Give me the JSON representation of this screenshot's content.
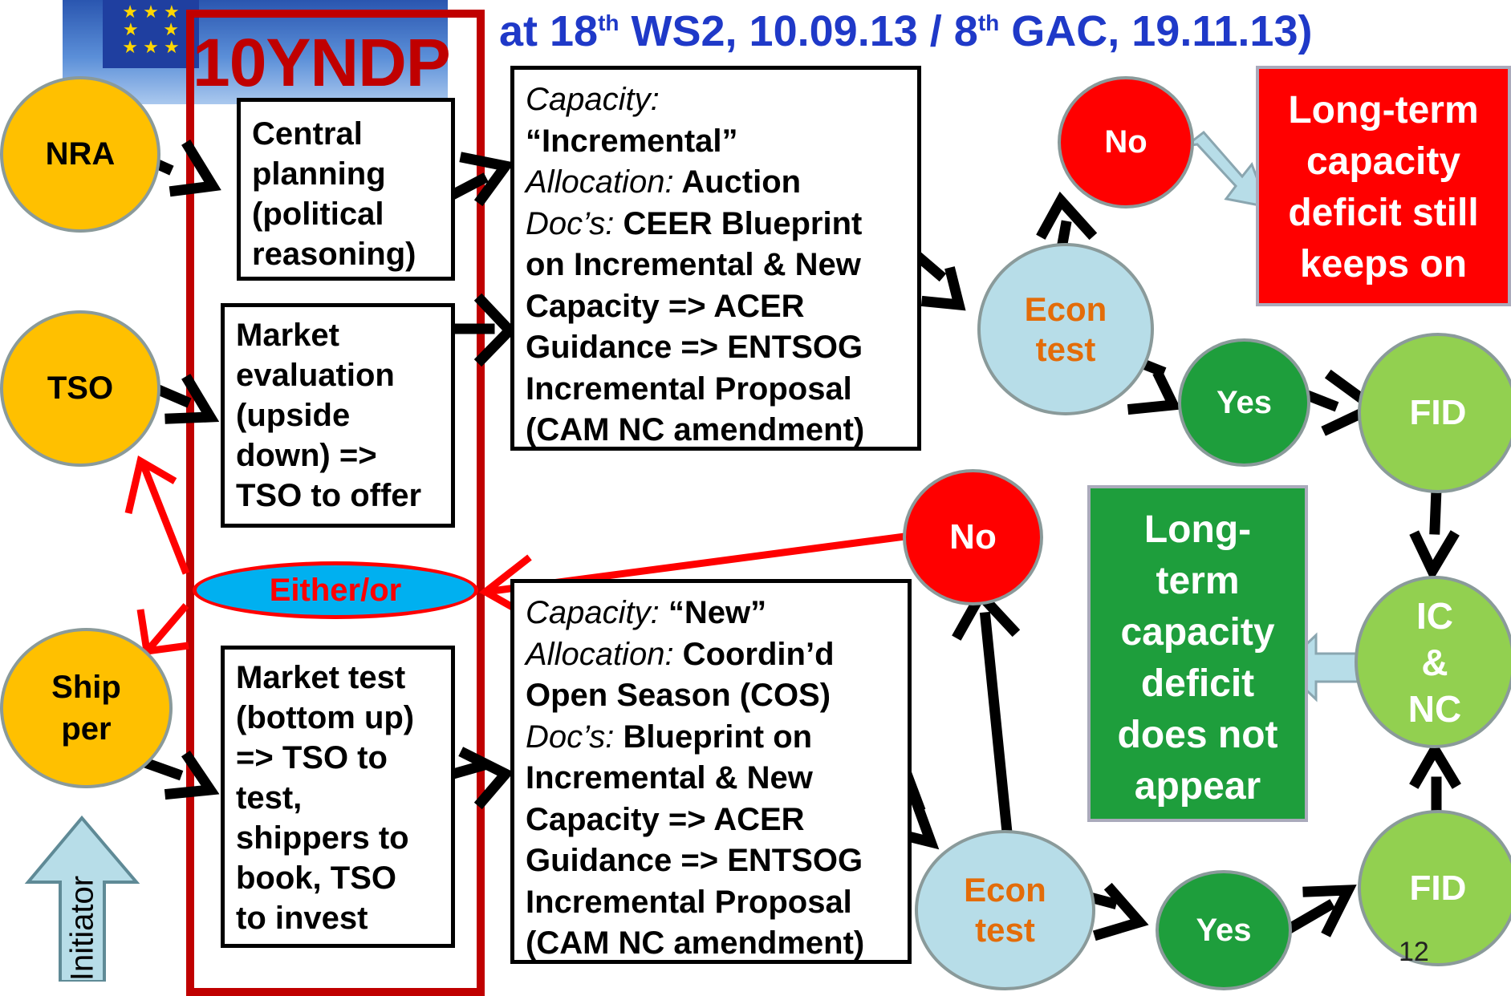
{
  "title": {
    "prefix": "at 18",
    "th1": "th",
    "mid": " WS2, 10.09.13 / 8",
    "th2": "th",
    "suffix": " GAC, 19.11.13)"
  },
  "tyndp_label": "10YNDP",
  "initiators": {
    "nra": "NRA",
    "tso": "TSO",
    "shipper_1": "Ship",
    "shipper_2": "per"
  },
  "initiator_label": "Initiator",
  "either_or": "Either/or",
  "central_planning": [
    "Central",
    "planning",
    "(political",
    "reasoning)"
  ],
  "market_evaluation": [
    "Market",
    "evaluation",
    "(upside",
    "down) =>",
    "TSO to offer"
  ],
  "market_test": [
    "Market test",
    "(bottom up)",
    "=> TSO to",
    "test,",
    "shippers to",
    "book, TSO",
    "to invest"
  ],
  "incremental_box": {
    "cap_label": "Capacity:",
    "cap_value": "“Incremental”",
    "alloc_label": "Allocation:",
    "alloc_value": " Auction",
    "docs_label": "Doc’s:",
    "docs_value": " CEER Blueprint",
    "lines": [
      "on Incremental & New",
      "Capacity => ACER",
      "Guidance => ENTSOG",
      "Incremental Proposal",
      "(CAM NC amendment)"
    ]
  },
  "new_box": {
    "cap_label": "Capacity:",
    "cap_value": " “New”",
    "alloc_label": "Allocation:",
    "alloc_value": " Coordin’d",
    "line2": "Open Season (COS)",
    "docs_label": "Doc’s:",
    "docs_value": " Blueprint on",
    "lines": [
      "Incremental & New",
      "Capacity => ACER",
      "Guidance => ENTSOG",
      "Incremental Proposal",
      "(CAM NC amendment)"
    ]
  },
  "econ_test": {
    "l1": "Econ",
    "l2": "test"
  },
  "no": "No",
  "yes": "Yes",
  "fid": "FID",
  "ic_nc": {
    "l1": "IC",
    "l2": "&",
    "l3": "NC"
  },
  "deficit_keeps": [
    "Long-term",
    "capacity",
    "deficit still",
    "keeps on"
  ],
  "deficit_not": [
    "Long-",
    "term",
    "capacity",
    "deficit",
    "does not",
    "appear"
  ],
  "page_number": "12",
  "colors": {
    "orange": "#FFC000",
    "red": "#FF0000",
    "darkred": "#C00000",
    "darkgreen": "#1E9E3C",
    "lightgreen": "#92D050",
    "lightblue": "#B7DDE8",
    "blue": "#1F39C8",
    "cyan": "#00B0F0"
  }
}
